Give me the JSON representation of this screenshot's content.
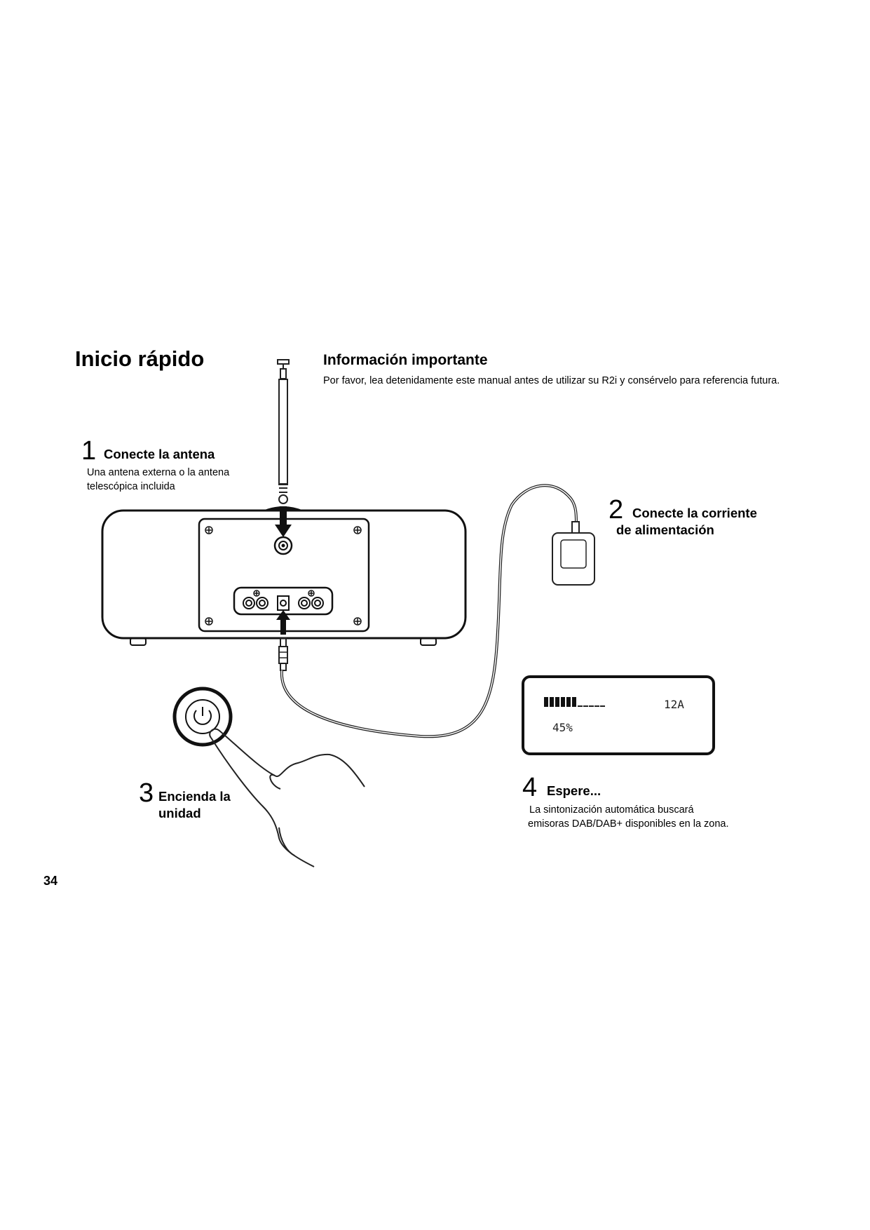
{
  "header": {
    "title": "Inicio rápido",
    "info_heading": "Información importante",
    "info_text": "Por favor, lea detenidamente este manual antes de utilizar su R2i y consérvelo para referencia futura."
  },
  "steps": [
    {
      "number": "1",
      "title": "Conecte la antena",
      "description": "Una antena externa o la antena telescópica incluida"
    },
    {
      "number": "2",
      "title_line1": "Conecte la corriente",
      "title_line2": "de alimentación"
    },
    {
      "number": "3",
      "title": "Encienda la unidad"
    },
    {
      "number": "4",
      "title": "Espere...",
      "description_line1": "La sintonización automática buscará",
      "description_line2": "emisoras DAB/DAB+ disponibles en la zona."
    }
  ],
  "display": {
    "progress_bar": "▮▮▮▮▮▮_____",
    "progress_fraction": 0.45,
    "channel": "12A",
    "percent": "45%"
  },
  "icons": [
    "antenna-icon",
    "radio-back-panel",
    "power-adapter-icon",
    "power-button-icon",
    "hand-icon",
    "lcd-display"
  ],
  "footer": {
    "page_number": "34"
  }
}
